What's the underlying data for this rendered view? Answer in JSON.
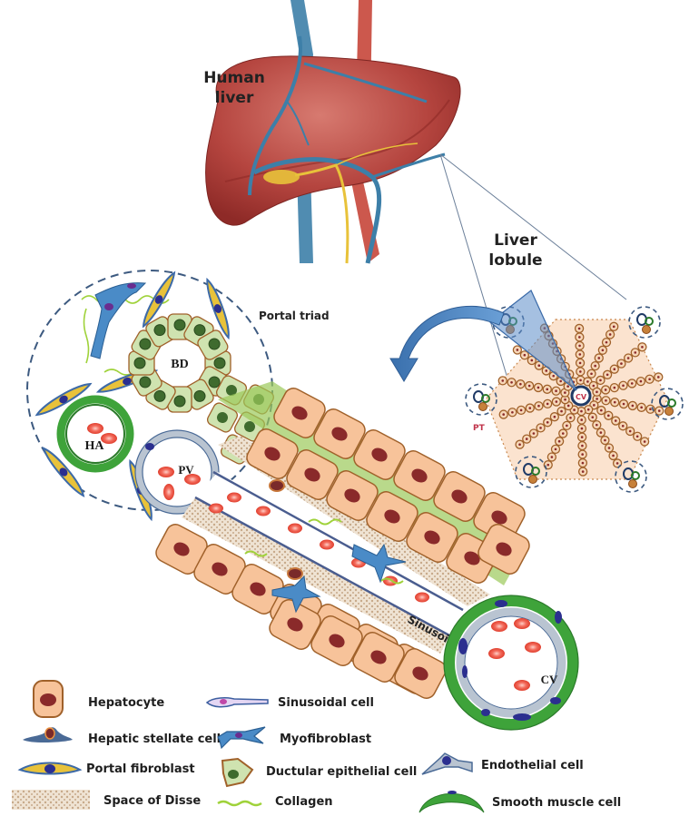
{
  "labels": {
    "human_liver_line1": "Human",
    "human_liver_line2": "liver",
    "liver_lobule_line1": "Liver",
    "liver_lobule_line2": "lobule",
    "portal_triad": "Portal triad",
    "bile_duct": "BD",
    "hepatic_artery": "HA",
    "portal_vein": "PV",
    "central_vein": "CV",
    "sinusoid": "Sinusoid",
    "lobule_cv": "CV",
    "lobule_pt": "PT"
  },
  "legend": {
    "items": [
      {
        "key": "hepatocyte",
        "label": "Hepatocyte"
      },
      {
        "key": "hepatic-stellate-cell",
        "label": "Hepatic stellate cell"
      },
      {
        "key": "portal-fibroblast",
        "label": "Portal fibroblast"
      },
      {
        "key": "space-of-disse",
        "label": "Space of Disse"
      },
      {
        "key": "sinusoidal-cell",
        "label": "Sinusoidal cell"
      },
      {
        "key": "myofibroblast",
        "label": "Myofibroblast"
      },
      {
        "key": "ductular-epithelial-cell",
        "label": "Ductular epithelial cell"
      },
      {
        "key": "collagen",
        "label": "Collagen"
      },
      {
        "key": "endothelial-cell",
        "label": "Endothelial cell"
      },
      {
        "key": "smooth-muscle-cell",
        "label": "Smooth muscle cell"
      }
    ]
  },
  "colors": {
    "liver": "#b5453f",
    "vein_blue": "#3d7fa8",
    "artery_red": "#c7463a",
    "bile_yellow": "#e8c23a",
    "hepatocyte_fill": "#f7c39a",
    "hepatocyte_border": "#a0612a",
    "nucleus": "#8a2a2a",
    "ductular_fill": "#cfe3b0",
    "ductular_nucleus": "#3f6b2e",
    "smooth_muscle": "#3ea33a",
    "endothelial": "#b9c4d1",
    "endothelial_nucleus": "#2b2f8f",
    "rbc": "#ee5545",
    "collagen": "#9fd23a",
    "disse": "#e0cdb5",
    "arrow_blue": "#4a82c0",
    "dashed": "#3d5a80"
  }
}
